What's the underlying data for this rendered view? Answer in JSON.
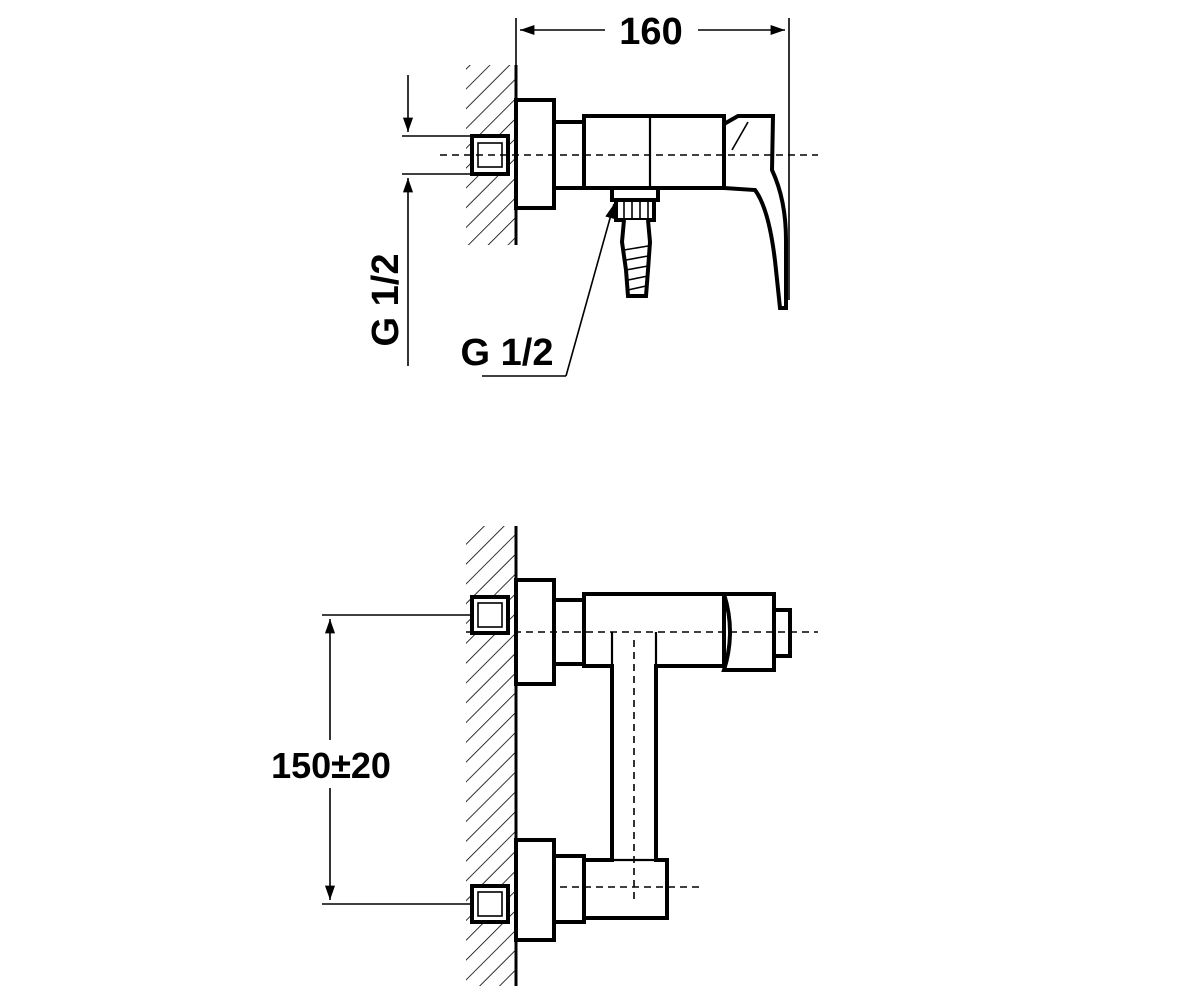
{
  "drawing": {
    "top_view": {
      "width_dimension": "160",
      "inlet_thread_label": "G 1/2",
      "outlet_thread_label": "G 1/2"
    },
    "front_view": {
      "center_distance_dimension": "150±20"
    }
  },
  "colors": {
    "line": "#000000",
    "background": "#ffffff"
  }
}
